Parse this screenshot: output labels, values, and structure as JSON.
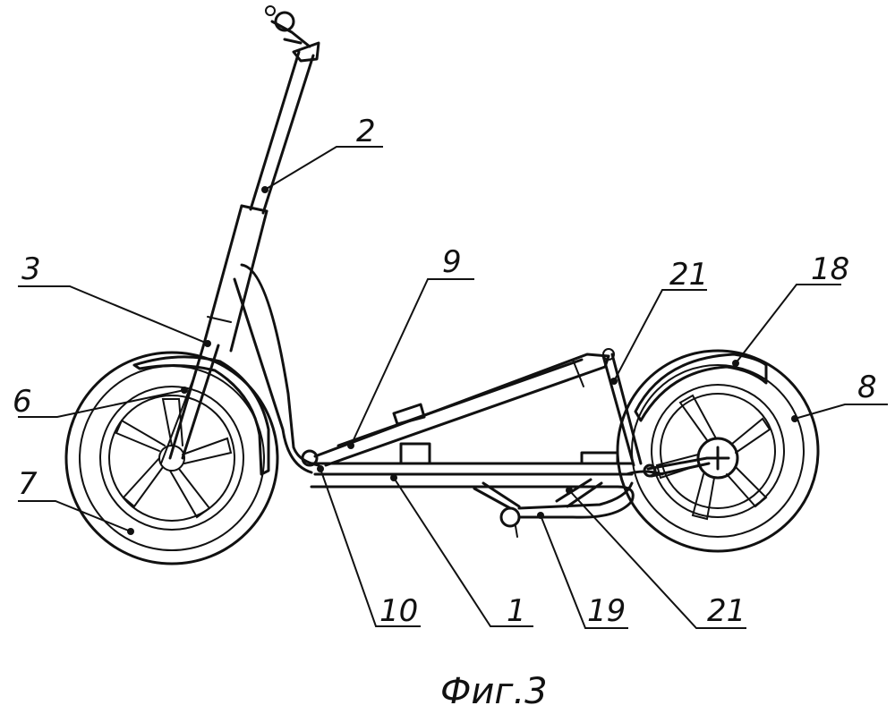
{
  "caption": "Фиг.3",
  "labels": {
    "handlebar_tube": "2",
    "fork": "3",
    "front_fender": "6",
    "front_wheel": "7",
    "cover": "9",
    "pivot": "10",
    "frame": "1",
    "rear_swingarm": "19",
    "strut_lower": "21",
    "strut_upper": "21",
    "rear_fender": "18",
    "rear_wheel": "8"
  }
}
